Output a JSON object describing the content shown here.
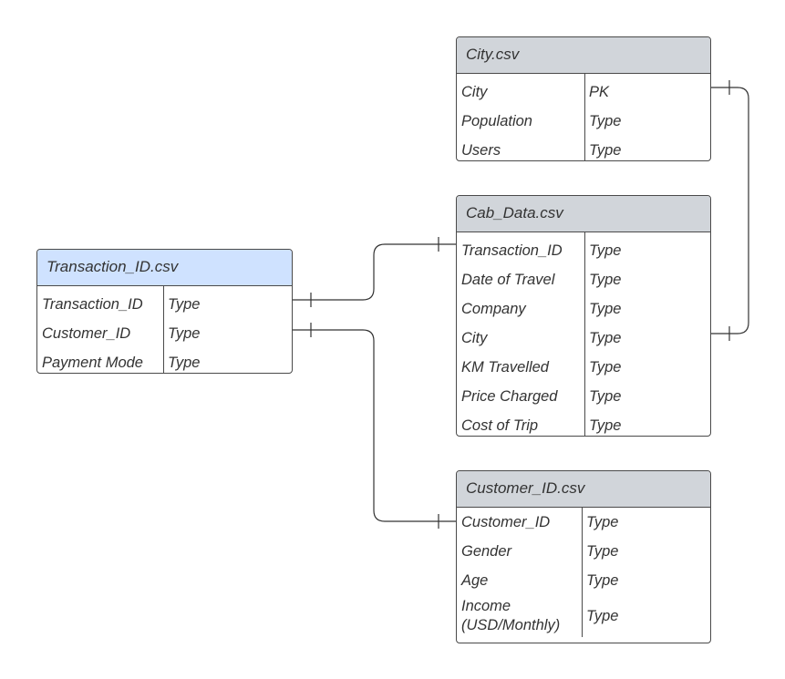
{
  "colors": {
    "header_gray": "#d1d5da",
    "header_blue": "#cfe2ff",
    "line": "#333333"
  },
  "entities": {
    "city": {
      "title": "City.csv",
      "rows": [
        {
          "name": "City",
          "type": "PK"
        },
        {
          "name": "Population",
          "type": "Type"
        },
        {
          "name": "Users",
          "type": "Type"
        }
      ]
    },
    "cab_data": {
      "title": "Cab_Data.csv",
      "rows": [
        {
          "name": "Transaction_ID",
          "type": "Type"
        },
        {
          "name": "Date of Travel",
          "type": "Type"
        },
        {
          "name": "Company",
          "type": "Type"
        },
        {
          "name": "City",
          "type": "Type"
        },
        {
          "name": "KM Travelled",
          "type": "Type"
        },
        {
          "name": "Price Charged",
          "type": "Type"
        },
        {
          "name": "Cost of Trip",
          "type": "Type"
        }
      ]
    },
    "transaction": {
      "title": "Transaction_ID.csv",
      "rows": [
        {
          "name": "Transaction_ID",
          "type": "Type"
        },
        {
          "name": "Customer_ID",
          "type": "Type"
        },
        {
          "name": "Payment Mode",
          "type": "Type"
        }
      ]
    },
    "customer": {
      "title": "Customer_ID.csv",
      "rows": [
        {
          "name": "Customer_ID",
          "type": "Type"
        },
        {
          "name": "Gender",
          "type": "Type"
        },
        {
          "name": "Age",
          "type": "Type"
        },
        {
          "name": "Income\n(USD/Monthly)",
          "type": "Type"
        }
      ]
    }
  },
  "relationships": [
    {
      "from": "transaction.Transaction_ID",
      "to": "cab_data.Transaction_ID",
      "cardinality": "one-to-one"
    },
    {
      "from": "transaction.Customer_ID",
      "to": "customer.Customer_ID",
      "cardinality": "one-to-one"
    },
    {
      "from": "city.City",
      "to": "cab_data.City",
      "cardinality": "one-to-one"
    }
  ]
}
